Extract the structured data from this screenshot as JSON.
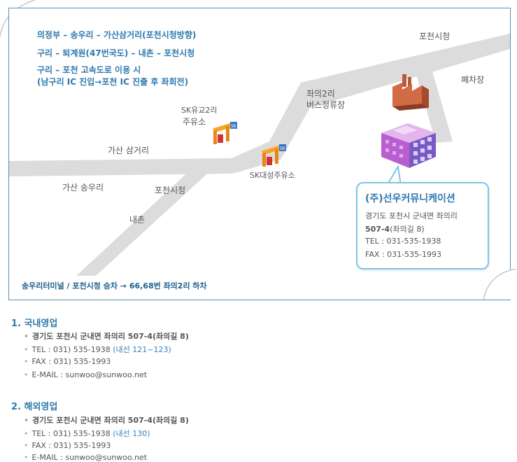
{
  "routes": [
    "의정부 – 송우리 – 가산삼거리(포천시청방향)",
    "구리 – 퇴계원(47번국도) – 내촌 – 포천시청",
    "구리 – 포천 고속도로 이용 시",
    "(남구리 IC 진입→포천 IC 진출 후 좌회전)"
  ],
  "labels": {
    "pocheon_top": "포천시청",
    "dump": "폐차장",
    "bus_line1": "좌의2리",
    "bus_line2": "버스정류장",
    "sk_yugyo_1": "SK유교2리",
    "sk_yugyo_2": "주유소",
    "gasan_junction": "가산 삼거리",
    "sk_daesung": "SK대성주유소",
    "gasan_songuri": "가산 송우리",
    "pocheon_bottom": "포천시청",
    "naechon": "내촌"
  },
  "company": {
    "name": "(주)선우커뮤니케이션",
    "addr1": "경기도 포천시 군내면 좌의리",
    "addr2": "507-4",
    "addr2_sub": "(좌의길 8)",
    "tel": "TEL : 031-535-1938",
    "fax": "FAX : 031-535-1993"
  },
  "bus_note": "송우리터미널 / 포천시청 승차 → 66,68번 좌의2리 하차",
  "domestic": {
    "title": "1. 국내영업",
    "address": "경기도 포천시 군내면 좌의리 507-4(좌의길 8)",
    "tel": "TEL : 031) 535-1938",
    "tel_ext": "(내선 121~123)",
    "fax": "FAX : 031) 535-1993",
    "email": "E-MAIL : sunwoo@sunwoo.net"
  },
  "overseas": {
    "title": "2. 해외영업",
    "address": "경기도 포천시 군내면 좌의리 507-4(좌의길 8)",
    "tel": "TEL : 031) 535-1938",
    "tel_ext": "(내선 130)",
    "fax": "FAX : 031) 535-1993",
    "email": "E-MAIL : sunwoo@sunwoo.net"
  },
  "colors": {
    "road": "#dcdcdc",
    "accent": "#2f79ad",
    "bubble_border": "#7ec4e6",
    "map_border": "#5b8fb3"
  }
}
